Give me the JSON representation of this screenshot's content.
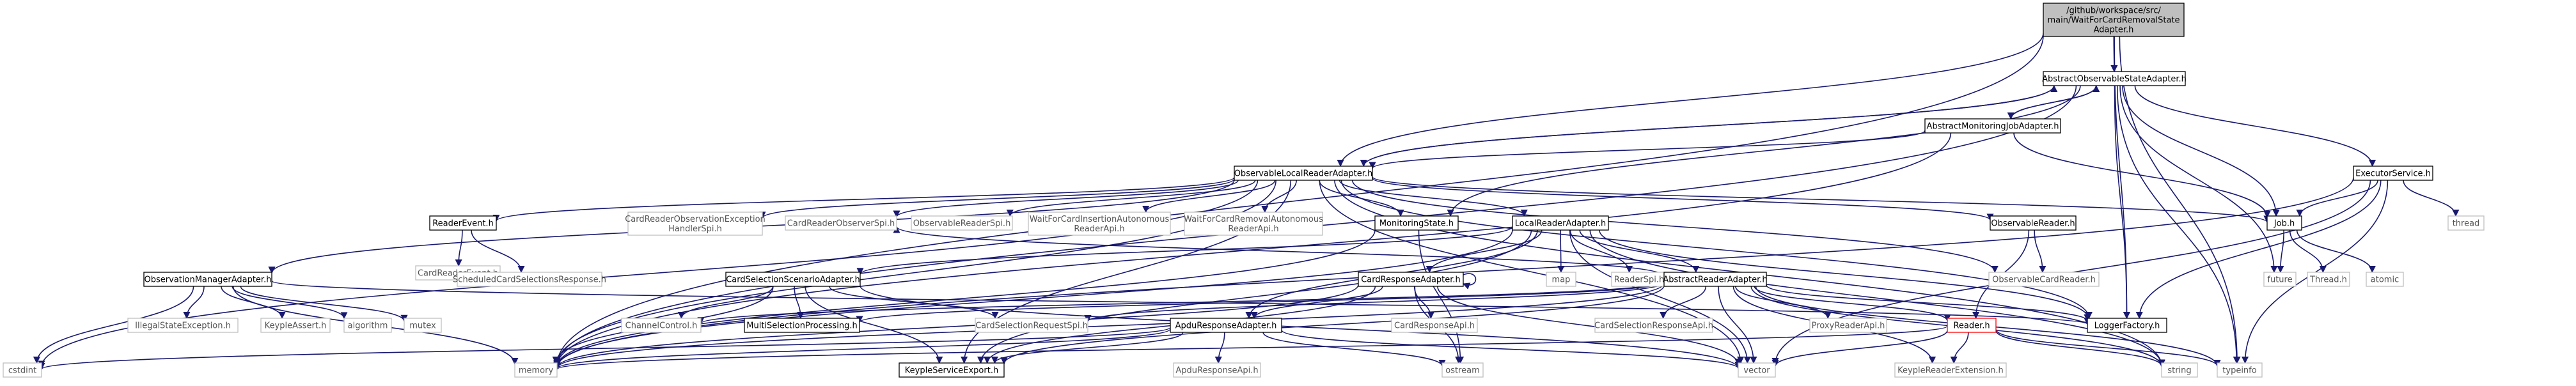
{
  "colors": {
    "edge": "#191970",
    "root_fill": "#bfbfbf",
    "node_border": "#000000",
    "external_border": "#bfbfbf",
    "highlight_border": "#ff0000"
  },
  "nodes": [
    {
      "id": "root",
      "label": "/github/workspace/src/\nmain/WaitForCardRemovalState\nAdapter.h",
      "kind": "root"
    },
    {
      "id": "AbstractObservableStateAdapter",
      "label": "AbstractObservableStateAdapter.h",
      "kind": "default"
    },
    {
      "id": "AbstractMonitoringJobAdapter",
      "label": "AbstractMonitoringJobAdapter.h",
      "kind": "default"
    },
    {
      "id": "ObservableLocalReaderAdapter",
      "label": "ObservableLocalReaderAdapter.h",
      "kind": "default"
    },
    {
      "id": "ExecutorService",
      "label": "ExecutorService.h",
      "kind": "default"
    },
    {
      "id": "ReaderEvent",
      "label": "ReaderEvent.h",
      "kind": "default"
    },
    {
      "id": "CardReaderObservationExceptionHandlerSpi",
      "label": "CardReaderObservationException\nHandlerSpi.h",
      "kind": "ext"
    },
    {
      "id": "CardReaderObserverSpi",
      "label": "CardReaderObserverSpi.h",
      "kind": "ext"
    },
    {
      "id": "ObservableReaderSpi",
      "label": "ObservableReaderSpi.h",
      "kind": "ext"
    },
    {
      "id": "WaitForCardInsertionAutonomousReaderApi",
      "label": "WaitForCardInsertionAutonomous\nReaderApi.h",
      "kind": "ext"
    },
    {
      "id": "WaitForCardRemovalAutonomousReaderApi",
      "label": "WaitForCardRemovalAutonomous\nReaderApi.h",
      "kind": "ext"
    },
    {
      "id": "MonitoringState",
      "label": "MonitoringState.h",
      "kind": "default"
    },
    {
      "id": "LocalReaderAdapter",
      "label": "LocalReaderAdapter.h",
      "kind": "default"
    },
    {
      "id": "ObservableReader",
      "label": "ObservableReader.h",
      "kind": "default"
    },
    {
      "id": "Job",
      "label": "Job.h",
      "kind": "default"
    },
    {
      "id": "thread",
      "label": "thread",
      "kind": "ext"
    },
    {
      "id": "CardReaderEvent",
      "label": "CardReaderEvent.h",
      "kind": "ext"
    },
    {
      "id": "ScheduledCardSelectionsResponse",
      "label": "ScheduledCardSelectionsResponse.h",
      "kind": "ext"
    },
    {
      "id": "ObservationManagerAdapter",
      "label": "ObservationManagerAdapter.h",
      "kind": "default"
    },
    {
      "id": "CardSelectionScenarioAdapter",
      "label": "CardSelectionScenarioAdapter.h",
      "kind": "default"
    },
    {
      "id": "CardResponseAdapter",
      "label": "CardResponseAdapter.h",
      "kind": "default"
    },
    {
      "id": "map",
      "label": "map",
      "kind": "ext"
    },
    {
      "id": "ReaderSpi",
      "label": "ReaderSpi.h",
      "kind": "ext"
    },
    {
      "id": "AbstractReaderAdapter",
      "label": "AbstractReaderAdapter.h",
      "kind": "default"
    },
    {
      "id": "ObservableCardReader",
      "label": "ObservableCardReader.h",
      "kind": "ext"
    },
    {
      "id": "future",
      "label": "future",
      "kind": "ext"
    },
    {
      "id": "Thread",
      "label": "Thread.h",
      "kind": "ext"
    },
    {
      "id": "atomic",
      "label": "atomic",
      "kind": "ext"
    },
    {
      "id": "IllegalStateException",
      "label": "IllegalStateException.h",
      "kind": "ext"
    },
    {
      "id": "KeypleAssert",
      "label": "KeypleAssert.h",
      "kind": "ext"
    },
    {
      "id": "algorithm",
      "label": "algorithm",
      "kind": "ext"
    },
    {
      "id": "mutex",
      "label": "mutex",
      "kind": "ext"
    },
    {
      "id": "ChannelControl",
      "label": "ChannelControl.h",
      "kind": "ext"
    },
    {
      "id": "MultiSelectionProcessing",
      "label": "MultiSelectionProcessing.h",
      "kind": "default"
    },
    {
      "id": "CardSelectionRequestSpi",
      "label": "CardSelectionRequestSpi.h",
      "kind": "ext"
    },
    {
      "id": "CardResponseApi",
      "label": "CardResponseApi.h",
      "kind": "ext"
    },
    {
      "id": "ApduResponseAdapter",
      "label": "ApduResponseAdapter.h",
      "kind": "default"
    },
    {
      "id": "CardSelectionResponseApi",
      "label": "CardSelectionResponseApi.h",
      "kind": "ext"
    },
    {
      "id": "ProxyReaderApi",
      "label": "ProxyReaderApi.h",
      "kind": "ext"
    },
    {
      "id": "Reader",
      "label": "Reader.h",
      "kind": "red"
    },
    {
      "id": "LoggerFactory",
      "label": "LoggerFactory.h",
      "kind": "default"
    },
    {
      "id": "cstdint",
      "label": "cstdint",
      "kind": "ext"
    },
    {
      "id": "memory",
      "label": "memory",
      "kind": "ext"
    },
    {
      "id": "KeypleServiceExport",
      "label": "KeypleServiceExport.h",
      "kind": "default"
    },
    {
      "id": "ApduResponseApi",
      "label": "ApduResponseApi.h",
      "kind": "ext"
    },
    {
      "id": "ostream",
      "label": "ostream",
      "kind": "ext"
    },
    {
      "id": "vector",
      "label": "vector",
      "kind": "ext"
    },
    {
      "id": "KeypleReaderExtension",
      "label": "KeypleReaderExtension.h",
      "kind": "ext"
    },
    {
      "id": "string",
      "label": "string",
      "kind": "ext"
    },
    {
      "id": "typeinfo",
      "label": "typeinfo",
      "kind": "ext"
    }
  ],
  "edges": [
    [
      "root",
      "AbstractObservableStateAdapter"
    ],
    [
      "root",
      "ObservableLocalReaderAdapter"
    ],
    [
      "root",
      "LoggerFactory"
    ],
    [
      "root",
      "memory"
    ],
    [
      "root",
      "typeinfo"
    ],
    [
      "AbstractObservableStateAdapter",
      "AbstractMonitoringJobAdapter"
    ],
    [
      "AbstractObservableStateAdapter",
      "ObservableLocalReaderAdapter"
    ],
    [
      "AbstractObservableStateAdapter",
      "ExecutorService"
    ],
    [
      "AbstractObservableStateAdapter",
      "Job"
    ],
    [
      "AbstractObservableStateAdapter",
      "MonitoringState"
    ],
    [
      "AbstractObservableStateAdapter",
      "future"
    ],
    [
      "AbstractObservableStateAdapter",
      "LoggerFactory"
    ],
    [
      "AbstractObservableStateAdapter",
      "memory"
    ],
    [
      "AbstractObservableStateAdapter",
      "typeinfo"
    ],
    [
      "AbstractMonitoringJobAdapter",
      "AbstractObservableStateAdapter"
    ],
    [
      "AbstractMonitoringJobAdapter",
      "ObservableLocalReaderAdapter"
    ],
    [
      "AbstractMonitoringJobAdapter",
      "Job"
    ],
    [
      "AbstractMonitoringJobAdapter",
      "memory"
    ],
    [
      "ObservableLocalReaderAdapter",
      "AbstractObservableStateAdapter"
    ],
    [
      "ObservableLocalReaderAdapter",
      "ReaderEvent"
    ],
    [
      "ObservableLocalReaderAdapter",
      "CardReaderObservationExceptionHandlerSpi"
    ],
    [
      "ObservableLocalReaderAdapter",
      "CardReaderObserverSpi"
    ],
    [
      "ObservableLocalReaderAdapter",
      "ObservableReaderSpi"
    ],
    [
      "ObservableLocalReaderAdapter",
      "WaitForCardInsertionAutonomousReaderApi"
    ],
    [
      "ObservableLocalReaderAdapter",
      "WaitForCardRemovalAutonomousReaderApi"
    ],
    [
      "ObservableLocalReaderAdapter",
      "MonitoringState"
    ],
    [
      "ObservableLocalReaderAdapter",
      "LocalReaderAdapter"
    ],
    [
      "ObservableLocalReaderAdapter",
      "ObservableReader"
    ],
    [
      "ObservableLocalReaderAdapter",
      "Job"
    ],
    [
      "ObservableLocalReaderAdapter",
      "ObservationManagerAdapter"
    ],
    [
      "ObservableLocalReaderAdapter",
      "ObservableCardReader"
    ],
    [
      "ObservableLocalReaderAdapter",
      "LoggerFactory"
    ],
    [
      "ObservableLocalReaderAdapter",
      "KeypleServiceExport"
    ],
    [
      "ObservableLocalReaderAdapter",
      "memory"
    ],
    [
      "ObservableLocalReaderAdapter",
      "cstdint"
    ],
    [
      "ObservableLocalReaderAdapter",
      "string"
    ],
    [
      "ObservableLocalReaderAdapter",
      "vector"
    ],
    [
      "ExecutorService",
      "Job"
    ],
    [
      "ExecutorService",
      "thread"
    ],
    [
      "ExecutorService",
      "LoggerFactory"
    ],
    [
      "ExecutorService",
      "vector"
    ],
    [
      "ExecutorService",
      "typeinfo"
    ],
    [
      "ExecutorService",
      "memory"
    ],
    [
      "ReaderEvent",
      "CardReaderEvent"
    ],
    [
      "ReaderEvent",
      "ScheduledCardSelectionsResponse"
    ],
    [
      "MonitoringState",
      "ostream"
    ],
    [
      "MonitoringState",
      "memory"
    ],
    [
      "LocalReaderAdapter",
      "map"
    ],
    [
      "LocalReaderAdapter",
      "ReaderSpi"
    ],
    [
      "LocalReaderAdapter",
      "AbstractReaderAdapter"
    ],
    [
      "LocalReaderAdapter",
      "CardResponseAdapter"
    ],
    [
      "LocalReaderAdapter",
      "CardSelectionScenarioAdapter"
    ],
    [
      "LocalReaderAdapter",
      "ApduResponseAdapter"
    ],
    [
      "LocalReaderAdapter",
      "LoggerFactory"
    ],
    [
      "LocalReaderAdapter",
      "KeypleServiceExport"
    ],
    [
      "LocalReaderAdapter",
      "vector"
    ],
    [
      "LocalReaderAdapter",
      "string"
    ],
    [
      "LocalReaderAdapter",
      "memory"
    ],
    [
      "ObservableReader",
      "ObservableCardReader"
    ],
    [
      "ObservableReader",
      "Reader"
    ],
    [
      "Job",
      "future"
    ],
    [
      "Job",
      "Thread"
    ],
    [
      "Job",
      "atomic"
    ],
    [
      "ObservationManagerAdapter",
      "IllegalStateException"
    ],
    [
      "ObservationManagerAdapter",
      "KeypleAssert"
    ],
    [
      "ObservationManagerAdapter",
      "algorithm"
    ],
    [
      "ObservationManagerAdapter",
      "mutex"
    ],
    [
      "ObservationManagerAdapter",
      "LoggerFactory"
    ],
    [
      "ObservationManagerAdapter",
      "memory"
    ],
    [
      "ObservationManagerAdapter",
      "cstdint"
    ],
    [
      "CardSelectionScenarioAdapter",
      "ChannelControl"
    ],
    [
      "CardSelectionScenarioAdapter",
      "MultiSelectionProcessing"
    ],
    [
      "CardSelectionScenarioAdapter",
      "CardSelectionRequestSpi"
    ],
    [
      "CardSelectionScenarioAdapter",
      "KeypleServiceExport"
    ],
    [
      "CardSelectionScenarioAdapter",
      "memory"
    ],
    [
      "CardSelectionScenarioAdapter",
      "vector"
    ],
    [
      "CardResponseAdapter",
      "CardResponseApi"
    ],
    [
      "CardResponseAdapter",
      "ApduResponseAdapter"
    ],
    [
      "CardResponseAdapter",
      "KeypleServiceExport"
    ],
    [
      "CardResponseAdapter",
      "ostream"
    ],
    [
      "CardResponseAdapter",
      "vector"
    ],
    [
      "CardResponseAdapter",
      "memory"
    ],
    [
      "CardResponseAdapter",
      "CardResponseAdapter"
    ],
    [
      "ApduResponseAdapter",
      "ApduResponseApi"
    ],
    [
      "ApduResponseAdapter",
      "KeypleServiceExport"
    ],
    [
      "ApduResponseAdapter",
      "ostream"
    ],
    [
      "ApduResponseAdapter",
      "vector"
    ],
    [
      "ApduResponseAdapter",
      "cstdint"
    ],
    [
      "ApduResponseAdapter",
      "memory"
    ],
    [
      "AbstractReaderAdapter",
      "CardSelectionResponseApi"
    ],
    [
      "AbstractReaderAdapter",
      "ProxyReaderApi"
    ],
    [
      "AbstractReaderAdapter",
      "Reader"
    ],
    [
      "AbstractReaderAdapter",
      "CardSelectionRequestSpi"
    ],
    [
      "AbstractReaderAdapter",
      "MultiSelectionProcessing"
    ],
    [
      "AbstractReaderAdapter",
      "ChannelControl"
    ],
    [
      "AbstractReaderAdapter",
      "LoggerFactory"
    ],
    [
      "AbstractReaderAdapter",
      "KeypleReaderExtension"
    ],
    [
      "AbstractReaderAdapter",
      "KeypleServiceExport"
    ],
    [
      "AbstractReaderAdapter",
      "memory"
    ],
    [
      "AbstractReaderAdapter",
      "string"
    ],
    [
      "AbstractReaderAdapter",
      "typeinfo"
    ],
    [
      "AbstractReaderAdapter",
      "vector"
    ],
    [
      "AbstractReaderAdapter",
      "CardReaderObserverSpi"
    ],
    [
      "Reader",
      "KeypleReaderExtension"
    ],
    [
      "Reader",
      "string"
    ],
    [
      "Reader",
      "typeinfo"
    ],
    [
      "Reader",
      "memory"
    ],
    [
      "Reader",
      "vector"
    ]
  ]
}
